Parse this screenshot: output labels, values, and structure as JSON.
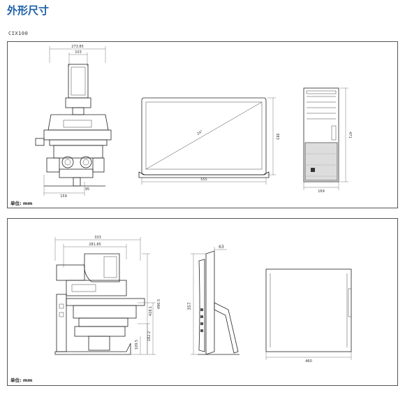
{
  "header": {
    "title": "外形尺寸",
    "model": "CIX100"
  },
  "panel_top": {
    "unit_label": "单位: mm",
    "microscope_front": {
      "overall_width": "273.85",
      "top_width": "103",
      "bottom_width": "159",
      "bottom_right": "95"
    },
    "monitor_front": {
      "diagonal": "24\"",
      "width": "555",
      "height": "383"
    },
    "pc_tower": {
      "depth": "169",
      "height": "471"
    }
  },
  "panel_bottom": {
    "unit_label": "单位: mm",
    "microscope_side": {
      "overall_depth": "333",
      "inner_depth": "281.85",
      "h1": "490.5",
      "h2": "418.1",
      "h3": "182.2",
      "h4": "109.5"
    },
    "monitor_side": {
      "top_depth": "63",
      "height": "357"
    },
    "pc_side": {
      "depth": "460"
    }
  }
}
